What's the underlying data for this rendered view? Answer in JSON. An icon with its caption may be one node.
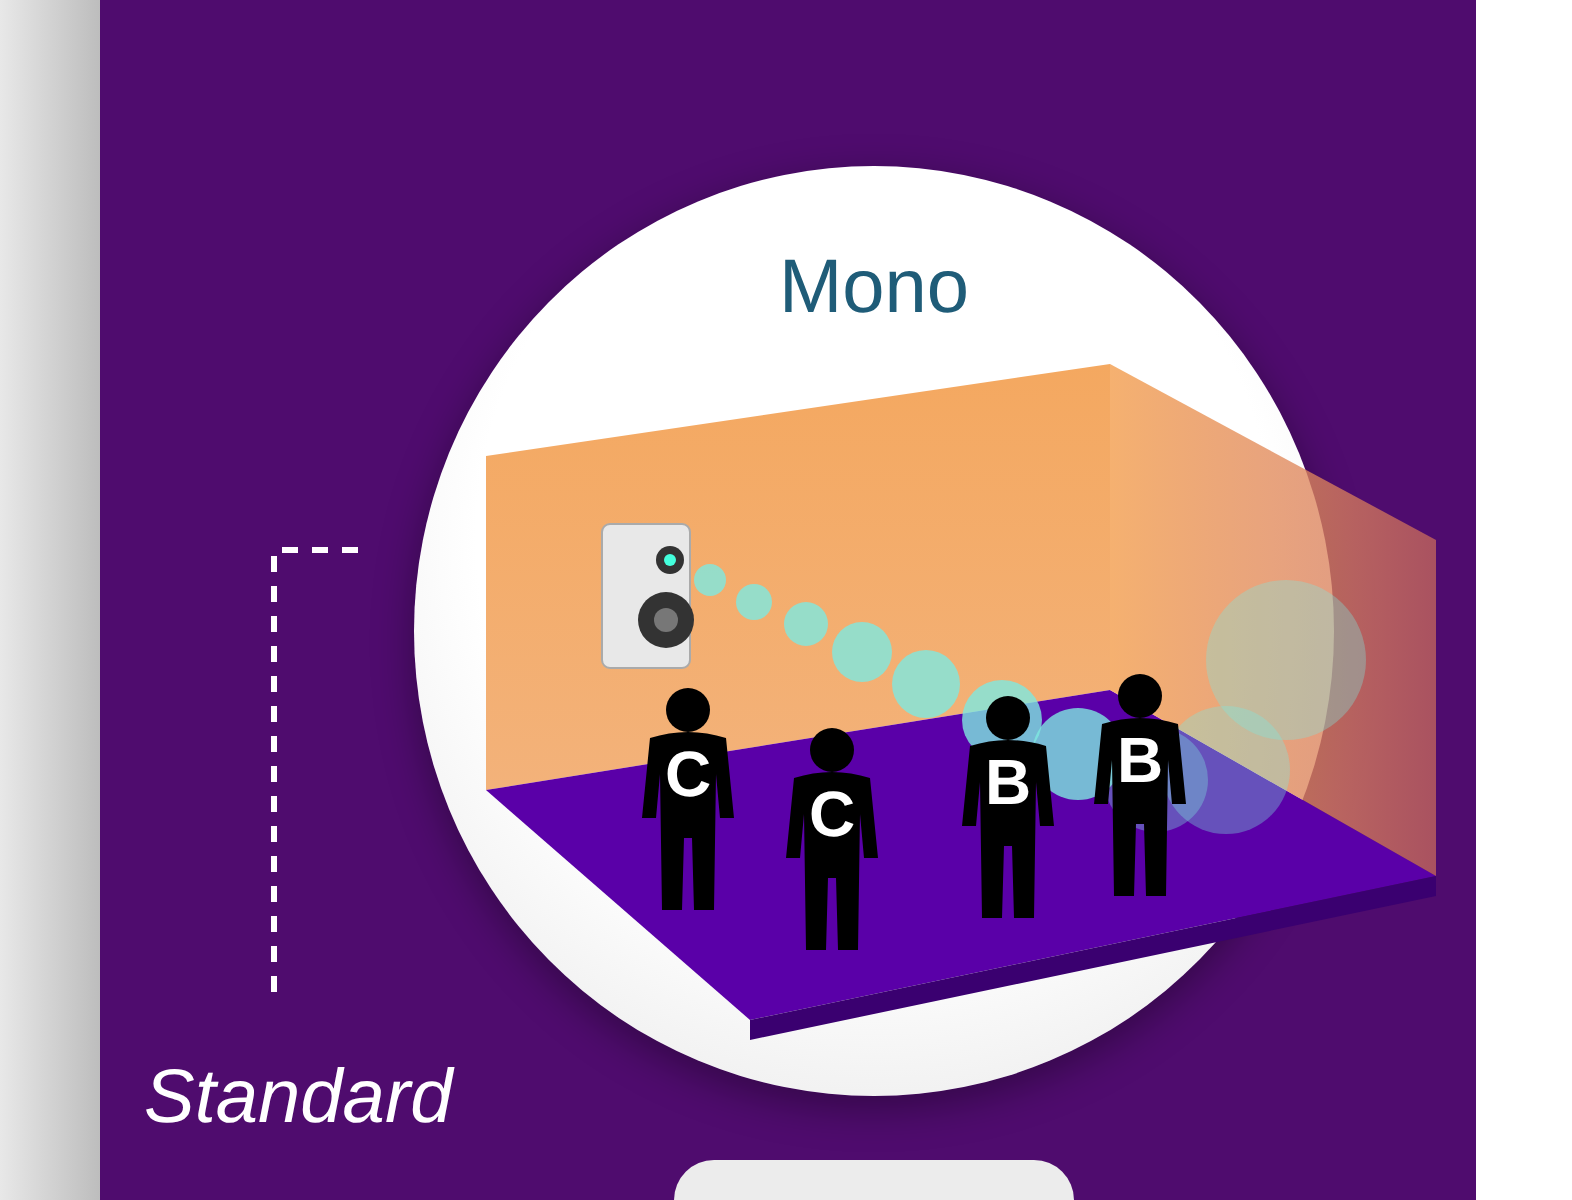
{
  "diagram": {
    "nodes": [
      {
        "text": [
          "Mono"
        ]
      },
      {
        "text": [
          "C"
        ],
        "in": 0
      },
      {
        "text": [
          "C"
        ],
        "in": 0
      },
      {
        "text": [
          "B"
        ],
        "in": 0
      },
      {
        "text": [
          "B"
        ],
        "in": 0
      },
      {
        "text": [],
        "shape": "circle"
      }
    ],
    "labels": [
      "Standard"
    ]
  }
}
